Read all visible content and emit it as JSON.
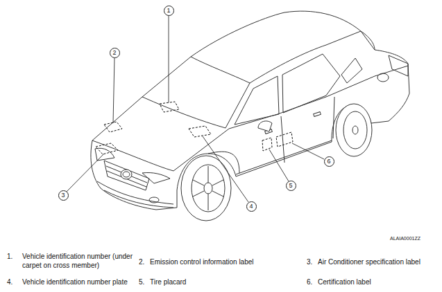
{
  "diagram": {
    "nodes": [
      {
        "text": [
          "1"
        ]
      },
      {
        "text": [
          "2"
        ]
      },
      {
        "text": [
          "3"
        ]
      },
      {
        "text": [
          "4"
        ]
      },
      {
        "text": [
          "5"
        ]
      },
      {
        "text": [
          "6"
        ]
      }
    ],
    "labels": [
      "1.",
      "Vehicle identification number (under carpet on cross member)",
      "2.",
      "Emission control information label",
      "3.",
      "Air Conditioner specification label",
      "4.",
      "Vehicle identification number plate",
      "5.",
      "Tire placard",
      "6.",
      "Certification label",
      "ALAIA0001ZZ"
    ]
  }
}
